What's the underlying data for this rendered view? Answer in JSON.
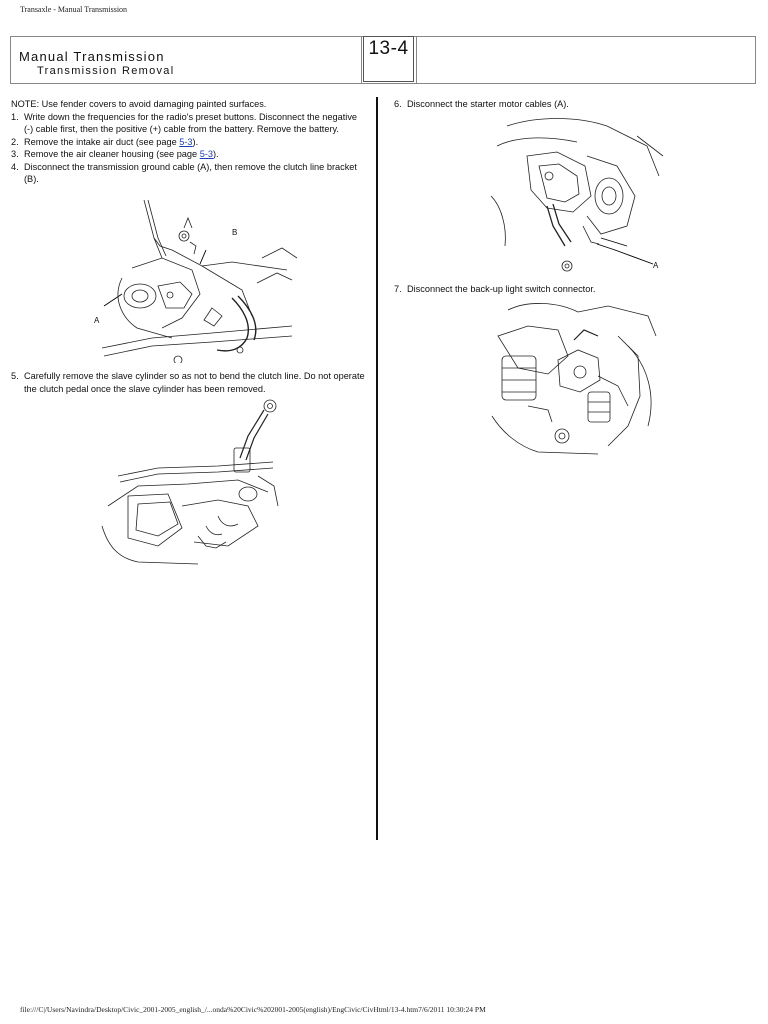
{
  "browser_title": "Transaxle - Manual Transmission",
  "header": {
    "title": "Manual Transmission",
    "subtitle": "Transmission Removal",
    "section_number": "13-4"
  },
  "note": "NOTE: Use fender covers to avoid damaging painted surfaces.",
  "steps": [
    {
      "num": "1.",
      "text": "Write down the frequencies for the radio's preset buttons. Disconnect the negative (-) cable first, then the positive (+) cable from the battery. Remove the battery."
    },
    {
      "num": "2.",
      "before": "Remove the intake air duct (see page ",
      "link": "5-3",
      "after": ")."
    },
    {
      "num": "3.",
      "before": "Remove the air cleaner housing (see page ",
      "link": "5-3",
      "after": ")."
    },
    {
      "num": "4.",
      "text": "Disconnect the transmission ground cable (A), then remove the clutch line bracket (B)."
    },
    {
      "num": "5.",
      "text": "Carefully remove the slave cylinder so as not to bend the clutch line. Do not operate the clutch pedal once the slave cylinder has been removed."
    },
    {
      "num": "6.",
      "text": "Disconnect the starter motor cables (A)."
    },
    {
      "num": "7.",
      "text": "Disconnect the back-up light switch connector."
    }
  ],
  "figures": {
    "fig4": {
      "callout_a": "A",
      "callout_b": "B"
    },
    "fig6": {
      "callout_a": "A"
    }
  },
  "footer": "file:///C|/Users/Navindra/Desktop/Civic_2001-2005_english_/...onda%20Civic%202001-2005(english)/EngCivic/CivHtml/13-4.htm7/6/2011 10:30:24 PM"
}
